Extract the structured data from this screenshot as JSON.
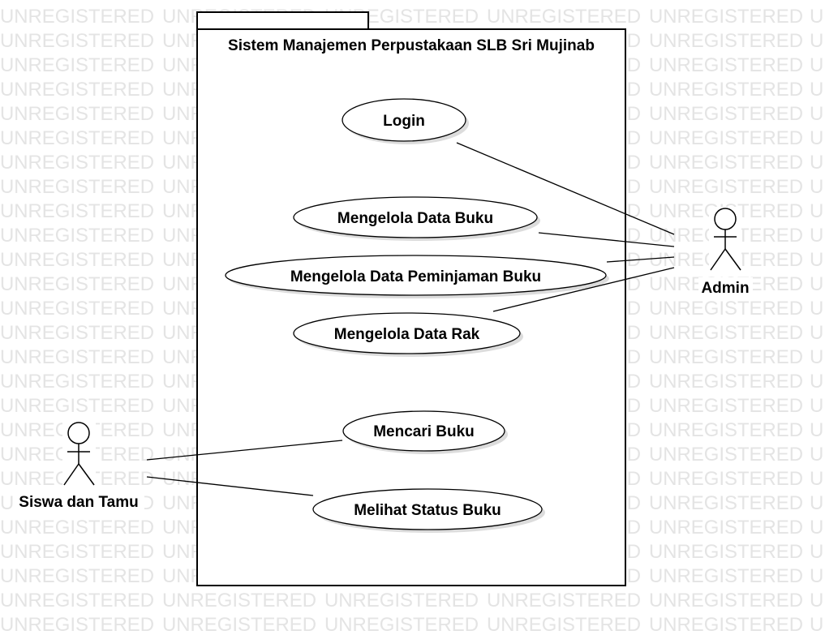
{
  "system": {
    "title": "Sistem Manajemen Perpustakaan SLB Sri Mujinab"
  },
  "actors": [
    {
      "label": "Admin"
    },
    {
      "label": "Siswa dan Tamu"
    }
  ],
  "use_cases": [
    {
      "label": "Login"
    },
    {
      "label": "Mengelola Data Buku"
    },
    {
      "label": "Mengelola Data Peminjaman Buku"
    },
    {
      "label": "Mengelola Data Rak"
    },
    {
      "label": "Mencari Buku"
    },
    {
      "label": "Melihat Status Buku"
    }
  ],
  "associations": [
    {
      "actor": 0,
      "use_case": 0
    },
    {
      "actor": 0,
      "use_case": 1
    },
    {
      "actor": 0,
      "use_case": 2
    },
    {
      "actor": 0,
      "use_case": 3
    },
    {
      "actor": 1,
      "use_case": 4
    },
    {
      "actor": 1,
      "use_case": 5
    }
  ],
  "watermark": "UNREGISTERED",
  "colors": {
    "watermark": "#e4e4e4",
    "shadow": "#dcdcdc",
    "stroke": "#000000"
  }
}
